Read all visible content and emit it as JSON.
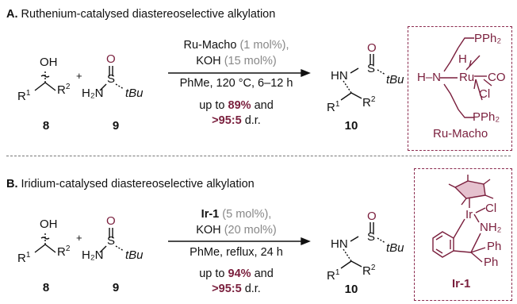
{
  "sectionA": {
    "title_letter": "A.",
    "title_text": "Ruthenium-catalysed diastereoselective alkylation",
    "alcohol_oh": "OH",
    "r1": "R",
    "r1_sup": "1",
    "r2": "R",
    "r2_sup": "2",
    "plus": "+",
    "sulf_o": "O",
    "sulf_s": "S",
    "sulf_h2n": "H₂N",
    "sulf_tbu": "tBu",
    "cat_name": "Ru-Macho",
    "cat_loading": "(1 mol%),",
    "base_name": "KOH",
    "base_loading": "(15 mol%)",
    "conditions": "PhMe, 120 °C, 6–12 h",
    "yield_prefix": "up to",
    "yield_value": "89%",
    "yield_suffix": "and",
    "dr_value": ">95:5",
    "dr_suffix": "d.r.",
    "prod_hn": "HN",
    "prod_s": "S",
    "prod_o": "O",
    "prod_tbu": "tBu",
    "cmpd_8": "8",
    "cmpd_9": "9",
    "cmpd_10": "10",
    "cat_struct": {
      "h": "H",
      "hn": "H–N",
      "ru": "Ru",
      "co": "CO",
      "cl": "Cl",
      "pph2_top": "PPh₂",
      "pph2_bot": "PPh₂",
      "label": "Ru-Macho"
    }
  },
  "sectionB": {
    "title_letter": "B.",
    "title_text": "Iridium-catalysed diastereoselective alkylation",
    "alcohol_oh": "OH",
    "r1": "R",
    "r1_sup": "1",
    "r2": "R",
    "r2_sup": "2",
    "plus": "+",
    "sulf_o": "O",
    "sulf_s": "S",
    "sulf_h2n": "H₂N",
    "sulf_tbu": "tBu",
    "cat_name": "Ir-1",
    "cat_loading": "(5 mol%),",
    "base_name": "KOH",
    "base_loading": "(20 mol%)",
    "conditions": "PhMe, reflux, 24 h",
    "yield_prefix": "up to",
    "yield_value": "94%",
    "yield_suffix": "and",
    "dr_value": ">95:5",
    "dr_suffix": "d.r.",
    "prod_hn": "HN",
    "prod_s": "S",
    "prod_o": "O",
    "prod_tbu": "tBu",
    "cmpd_8": "8",
    "cmpd_9": "9",
    "cmpd_10": "10",
    "cat_struct": {
      "ir": "Ir",
      "cl": "Cl",
      "nh2": "NH₂",
      "ph1": "Ph",
      "ph2": "Ph",
      "label": "Ir-1"
    }
  },
  "colors": {
    "catalyst": "#7a1f3d",
    "grey_text": "#888888",
    "box_border": "#8b2a4e"
  }
}
